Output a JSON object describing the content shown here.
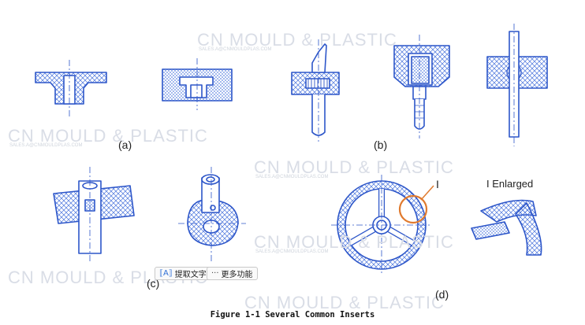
{
  "caption": "Figure 1-1 Several Common Inserts",
  "labels": {
    "a": "(a)",
    "b": "(b)",
    "c": "(c)",
    "d": "(d)",
    "detail_marker": "I",
    "enlarged": "I Enlarged"
  },
  "watermark": {
    "text": "CN MOULD & PLASTIC",
    "email": "SALES.A@CNMOULDPLAS.COM",
    "color": "#d9dde6"
  },
  "toolbar": {
    "extract_text": "提取文字",
    "more_features": "更多功能",
    "extract_icon": "text-recognition-icon",
    "more_icon": "ellipsis-icon"
  },
  "colors": {
    "line": "#2d56c9",
    "hatch": "#4a74dc",
    "highlight": "#e07a2e"
  }
}
